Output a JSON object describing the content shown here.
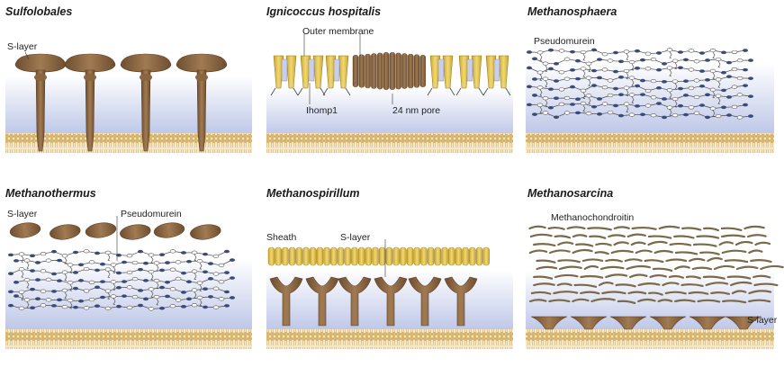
{
  "panels": [
    {
      "title": "Sulfolobales",
      "labels": {
        "s_layer": "S-layer"
      }
    },
    {
      "title": "Ignicoccus hospitalis",
      "labels": {
        "outer_membrane": "Outer membrane",
        "ihomp1": "Ihomp1",
        "pore": "24 nm pore"
      }
    },
    {
      "title": "Methanosphaera",
      "labels": {
        "pseudomurein": "Pseudomurein"
      }
    },
    {
      "title": "Methanothermus",
      "labels": {
        "s_layer": "S-layer",
        "pseudomurein": "Pseudomurein"
      }
    },
    {
      "title": "Methanospirillum",
      "labels": {
        "sheath": "Sheath",
        "s_layer": "S-layer"
      }
    },
    {
      "title": "Methanosarcina",
      "labels": {
        "methanochondroitin": "Methanochondroitin",
        "s_layer": "S-layer"
      }
    }
  ],
  "colors": {
    "brown": "#8a6540",
    "brown_dark": "#5e4128",
    "membrane_head": "#e2c27a",
    "membrane_tail": "#f3e6c4",
    "periplasm_top": "#ffffff",
    "periplasm_bottom": "#bcc5e6",
    "pseudomurein_node": "#3c4a7a",
    "yellow_protein": "#e6c64a"
  }
}
